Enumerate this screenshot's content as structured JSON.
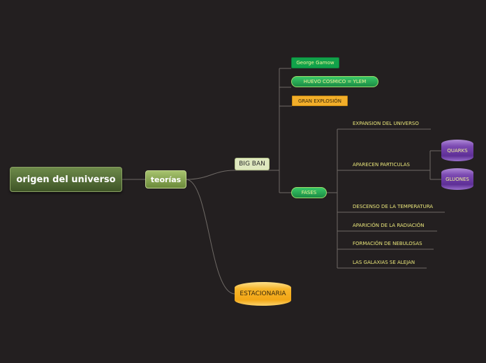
{
  "root": {
    "label": "origen del universo"
  },
  "teorias": {
    "label": "teorías"
  },
  "big_ban": {
    "label": "BIG BAN"
  },
  "george_gamow": {
    "label": "George Gamow"
  },
  "huevo_cosmico": {
    "label": "HUEVO COSMICO = YLEM"
  },
  "gran_explosion": {
    "label": "GRAN EXPLOSIÓN"
  },
  "fases": {
    "label": "FASES"
  },
  "fases_items": {
    "expansion": "EXPANSION DEL UNIVERSO",
    "particulas": "APARECEN PARTICULAS",
    "descenso": "DESCENSO DE LA TEMPERATURA",
    "radiacion": "APARICIÓN DE LA RADIACIÓN",
    "nebulosas": "FORMACIÓN DE NEBULOSAS",
    "galaxias": "LAS GALAXIAS SE ALEJAN"
  },
  "quarks": {
    "label": "QUARKS"
  },
  "gluones": {
    "label": "GLUONES"
  },
  "estacionaria": {
    "label": "ESTACIONARIA"
  },
  "colors": {
    "background": "#231f20",
    "connector": "#6f6a66",
    "leaf_text": "#e9e57a"
  }
}
